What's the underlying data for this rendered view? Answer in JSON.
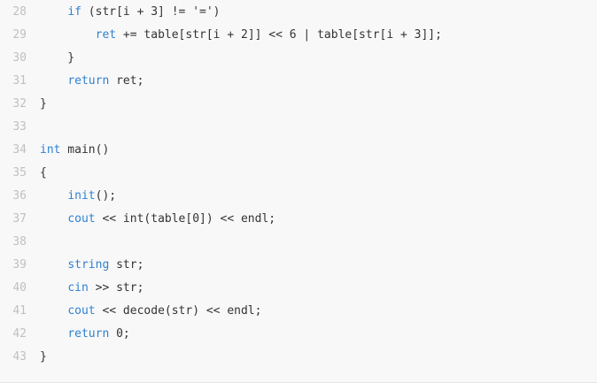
{
  "colors": {
    "background": "#f8f8f9",
    "line_number": "#c0c0c0",
    "keyword": "#2f82d0",
    "text": "#333333"
  },
  "lines": [
    {
      "no": "28",
      "tokens": [
        {
          "t": "plain",
          "v": "    "
        },
        {
          "t": "kw",
          "v": "if"
        },
        {
          "t": "plain",
          "v": " (str[i + 3] != '=')"
        }
      ]
    },
    {
      "no": "29",
      "tokens": [
        {
          "t": "plain",
          "v": "        "
        },
        {
          "t": "kw",
          "v": "ret"
        },
        {
          "t": "plain",
          "v": " += table[str[i + 2]] << 6 | table[str[i + 3]];"
        }
      ]
    },
    {
      "no": "30",
      "tokens": [
        {
          "t": "plain",
          "v": "    }"
        }
      ]
    },
    {
      "no": "31",
      "tokens": [
        {
          "t": "plain",
          "v": "    "
        },
        {
          "t": "kw",
          "v": "return"
        },
        {
          "t": "plain",
          "v": " ret;"
        }
      ]
    },
    {
      "no": "32",
      "tokens": [
        {
          "t": "plain",
          "v": "}"
        }
      ]
    },
    {
      "no": "33",
      "tokens": []
    },
    {
      "no": "34",
      "tokens": [
        {
          "t": "kw",
          "v": "int"
        },
        {
          "t": "plain",
          "v": " main()"
        }
      ]
    },
    {
      "no": "35",
      "tokens": [
        {
          "t": "plain",
          "v": "{"
        }
      ]
    },
    {
      "no": "36",
      "tokens": [
        {
          "t": "plain",
          "v": "    "
        },
        {
          "t": "kw",
          "v": "init"
        },
        {
          "t": "plain",
          "v": "();"
        }
      ]
    },
    {
      "no": "37",
      "tokens": [
        {
          "t": "plain",
          "v": "    "
        },
        {
          "t": "kw",
          "v": "cout"
        },
        {
          "t": "plain",
          "v": " << int(table[0]) << endl;"
        }
      ]
    },
    {
      "no": "38",
      "tokens": []
    },
    {
      "no": "39",
      "tokens": [
        {
          "t": "plain",
          "v": "    "
        },
        {
          "t": "kw",
          "v": "string"
        },
        {
          "t": "plain",
          "v": " str;"
        }
      ]
    },
    {
      "no": "40",
      "tokens": [
        {
          "t": "plain",
          "v": "    "
        },
        {
          "t": "kw",
          "v": "cin"
        },
        {
          "t": "plain",
          "v": " >> str;"
        }
      ]
    },
    {
      "no": "41",
      "tokens": [
        {
          "t": "plain",
          "v": "    "
        },
        {
          "t": "kw",
          "v": "cout"
        },
        {
          "t": "plain",
          "v": " << decode(str) << endl;"
        }
      ]
    },
    {
      "no": "42",
      "tokens": [
        {
          "t": "plain",
          "v": "    "
        },
        {
          "t": "kw",
          "v": "return"
        },
        {
          "t": "plain",
          "v": " 0;"
        }
      ]
    },
    {
      "no": "43",
      "tokens": [
        {
          "t": "plain",
          "v": "}"
        }
      ]
    }
  ]
}
